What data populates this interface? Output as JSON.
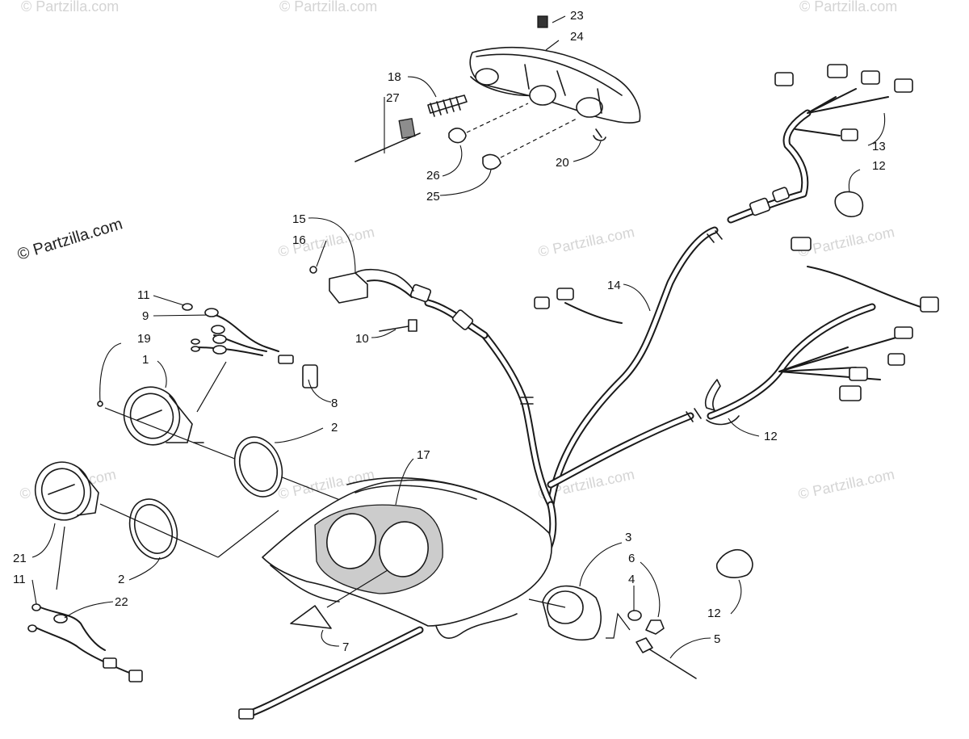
{
  "diagram": {
    "copyright_brand": "© Partzilla.com",
    "watermark_text": "© Partzilla.com",
    "callouts": [
      {
        "id": "c23",
        "label": "23"
      },
      {
        "id": "c24",
        "label": "24"
      },
      {
        "id": "c18",
        "label": "18"
      },
      {
        "id": "c27",
        "label": "27"
      },
      {
        "id": "c26",
        "label": "26"
      },
      {
        "id": "c25",
        "label": "25"
      },
      {
        "id": "c20",
        "label": "20"
      },
      {
        "id": "c13",
        "label": "13"
      },
      {
        "id": "c12a",
        "label": "12"
      },
      {
        "id": "c15",
        "label": "15"
      },
      {
        "id": "c16",
        "label": "16"
      },
      {
        "id": "c10",
        "label": "10"
      },
      {
        "id": "c14",
        "label": "14"
      },
      {
        "id": "c11a",
        "label": "11"
      },
      {
        "id": "c9",
        "label": "9"
      },
      {
        "id": "c19",
        "label": "19"
      },
      {
        "id": "c1",
        "label": "1"
      },
      {
        "id": "c8",
        "label": "8"
      },
      {
        "id": "c2a",
        "label": "2"
      },
      {
        "id": "c17",
        "label": "17"
      },
      {
        "id": "c12b",
        "label": "12"
      },
      {
        "id": "c21",
        "label": "21"
      },
      {
        "id": "c2b",
        "label": "2"
      },
      {
        "id": "c11b",
        "label": "11"
      },
      {
        "id": "c22",
        "label": "22"
      },
      {
        "id": "c7",
        "label": "7"
      },
      {
        "id": "c3",
        "label": "3"
      },
      {
        "id": "c6",
        "label": "6"
      },
      {
        "id": "c4",
        "label": "4"
      },
      {
        "id": "c5",
        "label": "5"
      },
      {
        "id": "c12c",
        "label": "12"
      }
    ],
    "colors": {
      "line": "#1a1a1a",
      "background": "#ffffff",
      "watermark": "#d4d4d4",
      "lens_fill": "#8d8d8d"
    }
  }
}
